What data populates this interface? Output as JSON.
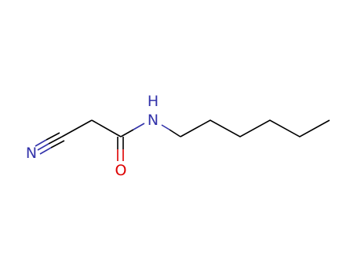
{
  "atoms": {
    "nitrile_n": {
      "label": "N",
      "color": "#3333aa"
    },
    "amide_n": {
      "label": "N",
      "color": "#3333aa"
    },
    "amide_h": {
      "label": "H",
      "color": "#3333aa"
    },
    "carbonyl_o": {
      "label": "O",
      "color": "#dd0000"
    }
  }
}
